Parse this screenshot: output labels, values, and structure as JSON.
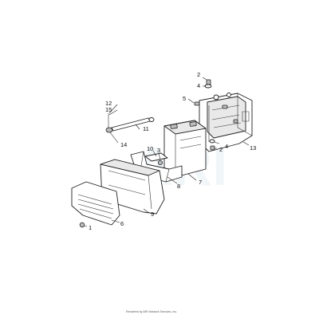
{
  "callouts": {
    "c1": "1",
    "c2a": "2",
    "c2b": "2",
    "c3": "3",
    "c4a": "4",
    "c4b": "4",
    "c5": "5",
    "c6": "6",
    "c7": "7",
    "c8": "8",
    "c9": "9",
    "c10": "10",
    "c11": "11",
    "c12": "12",
    "c13": "13",
    "c14": "14",
    "c15": "15"
  },
  "footer": {
    "credit": "Rendered by ARI Network Services, Inc."
  },
  "watermark": {
    "text": "ARI"
  },
  "colors": {
    "line": "#222222",
    "fill": "#ffffff",
    "shade": "#e9e9e9",
    "watermark": "#d8e8f0"
  }
}
